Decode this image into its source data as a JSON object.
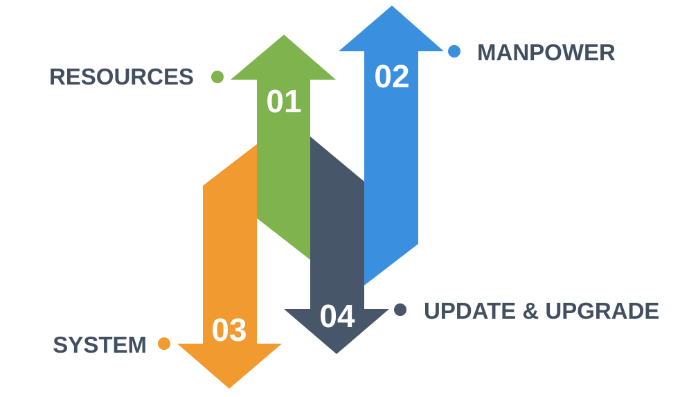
{
  "steps": [
    {
      "number": "01",
      "label": "RESOURCES",
      "color": "#7FB34D",
      "direction": "up"
    },
    {
      "number": "02",
      "label": "MANPOWER",
      "color": "#3A8FDE",
      "direction": "up"
    },
    {
      "number": "03",
      "label": "SYSTEM",
      "color": "#F09A2F",
      "direction": "down"
    },
    {
      "number": "04",
      "label": "UPDATE & UPGRADE",
      "color": "#475769",
      "direction": "down"
    }
  ],
  "colors": {
    "label_text": "#424F60"
  }
}
